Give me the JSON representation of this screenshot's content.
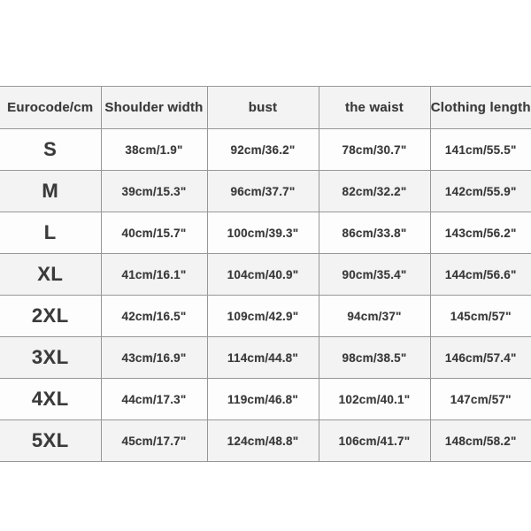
{
  "colors": {
    "page_bg": "#ffffff",
    "header_row_bg": "#f3f3f3",
    "row_bg": "#fdfdfd",
    "row_alt_bg": "#f3f3f3",
    "border": "#979797",
    "text": "#3a3a3a"
  },
  "chart_data": {
    "type": "table",
    "columns": [
      "Eurocode/cm",
      "Shoulder width",
      "bust",
      "the waist",
      "Clothing length"
    ],
    "rows": [
      [
        "S",
        "38cm/1.9\"",
        "92cm/36.2\"",
        "78cm/30.7\"",
        "141cm/55.5\""
      ],
      [
        "M",
        "39cm/15.3\"",
        "96cm/37.7\"",
        "82cm/32.2\"",
        "142cm/55.9\""
      ],
      [
        "L",
        "40cm/15.7\"",
        "100cm/39.3\"",
        "86cm/33.8\"",
        "143cm/56.2\""
      ],
      [
        "XL",
        "41cm/16.1\"",
        "104cm/40.9\"",
        "90cm/35.4\"",
        "144cm/56.6\""
      ],
      [
        "2XL",
        "42cm/16.5\"",
        "109cm/42.9\"",
        "94cm/37\"",
        "145cm/57\""
      ],
      [
        "3XL",
        "43cm/16.9\"",
        "114cm/44.8\"",
        "98cm/38.5\"",
        "146cm/57.4\""
      ],
      [
        "4XL",
        "44cm/17.3\"",
        "119cm/46.8\"",
        "102cm/40.1\"",
        "147cm/57\""
      ],
      [
        "5XL",
        "45cm/17.7\"",
        "124cm/48.8\"",
        "106cm/41.7\"",
        "148cm/58.2\""
      ]
    ]
  }
}
